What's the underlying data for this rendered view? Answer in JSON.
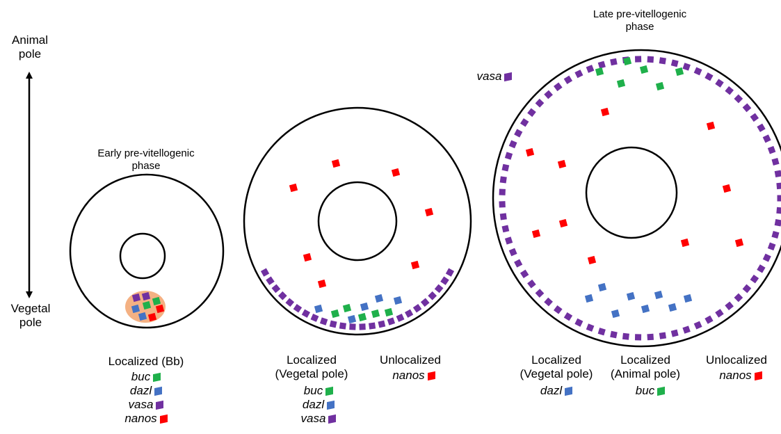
{
  "colors": {
    "buc": "#1fb04b",
    "dazl": "#4472c4",
    "vasa": "#7030a0",
    "nanos": "#ff0000",
    "balbiani": "#f4b183"
  },
  "axis": {
    "animal_pole": [
      "Animal",
      "pole"
    ],
    "vegetal_pole": [
      "Vegetal",
      "pole"
    ]
  },
  "stage1": {
    "title": [
      "Early pre-vitellogenic",
      "phase"
    ],
    "localized_heading": "Localized (Bb)",
    "genes": [
      "buc",
      "dazl",
      "vasa",
      "nanos"
    ]
  },
  "stage2": {
    "localized_heading": [
      "Localized",
      "(Vegetal pole)"
    ],
    "localized_genes": [
      "buc",
      "dazl",
      "vasa"
    ],
    "unlocalized_heading": "Unlocalized",
    "unlocalized_genes": [
      "nanos"
    ]
  },
  "stage3": {
    "title": [
      "Late pre-vitellogenic",
      "phase"
    ],
    "vasa_label": "vasa",
    "vegetal_heading": [
      "Localized",
      "(Vegetal pole)"
    ],
    "vegetal_genes": [
      "dazl"
    ],
    "animal_heading": [
      "Localized",
      "(Animal pole)"
    ],
    "animal_genes": [
      "buc"
    ],
    "unlocalized_heading": "Unlocalized",
    "unlocalized_genes": [
      "nanos"
    ]
  }
}
